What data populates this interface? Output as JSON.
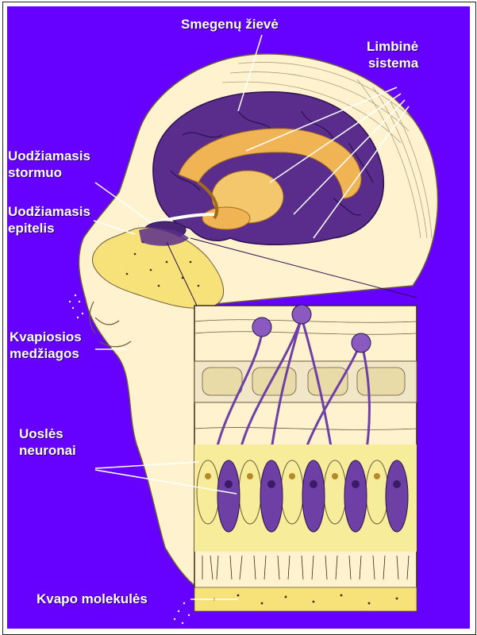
{
  "labels": {
    "cortex": "Smegenų žievė",
    "limbic_line1": "Limbinė",
    "limbic_line2": "sistema",
    "bulb_line1": "Uodžiamasis",
    "bulb_line2": "stormuo",
    "epithelium_line1": "Uodžiamasis",
    "epithelium_line2": "epitelis",
    "odorants_line1": "Kvapiosios",
    "odorants_line2": "medžiagos",
    "neurons_line1": "Uoslės",
    "neurons_line2": "neuronai",
    "molecules": "Kvapo molekulės"
  },
  "colors": {
    "background": "#6600ff",
    "skin": "#fff3cf",
    "brain": "#5a2d8c",
    "limbic": "#f0b454",
    "nasal": "#f7e27a",
    "cell_yellow": "#f6ec9a",
    "cell_purple": "#6e3fa5",
    "label_text": "#ffffff"
  }
}
